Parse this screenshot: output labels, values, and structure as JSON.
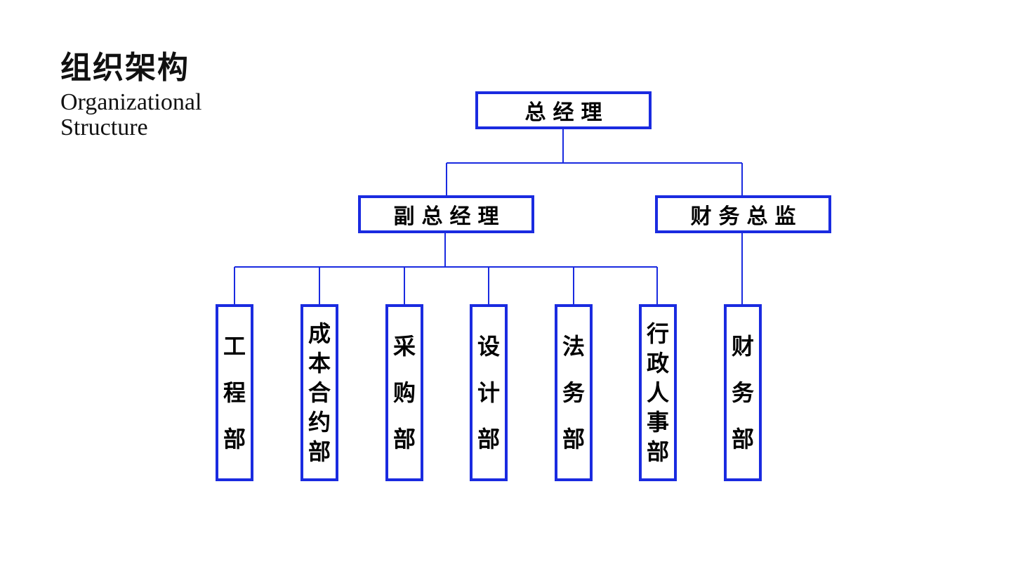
{
  "header": {
    "title_cn": "组织架构",
    "title_en_line1": "Organizational",
    "title_en_line2": "Structure"
  },
  "colors": {
    "accent": "#1a2be0",
    "text": "#000000",
    "background": "#ffffff"
  },
  "org_chart": {
    "root": {
      "label": "总经理"
    },
    "level2": [
      {
        "label": "副总经理"
      },
      {
        "label": "财务总监"
      }
    ],
    "departments": [
      {
        "label": "工程部"
      },
      {
        "label": "成本合约部"
      },
      {
        "label": "采购部"
      },
      {
        "label": "设计部"
      },
      {
        "label": "法务部"
      },
      {
        "label": "行政人事部"
      },
      {
        "label": "财务部"
      }
    ]
  }
}
